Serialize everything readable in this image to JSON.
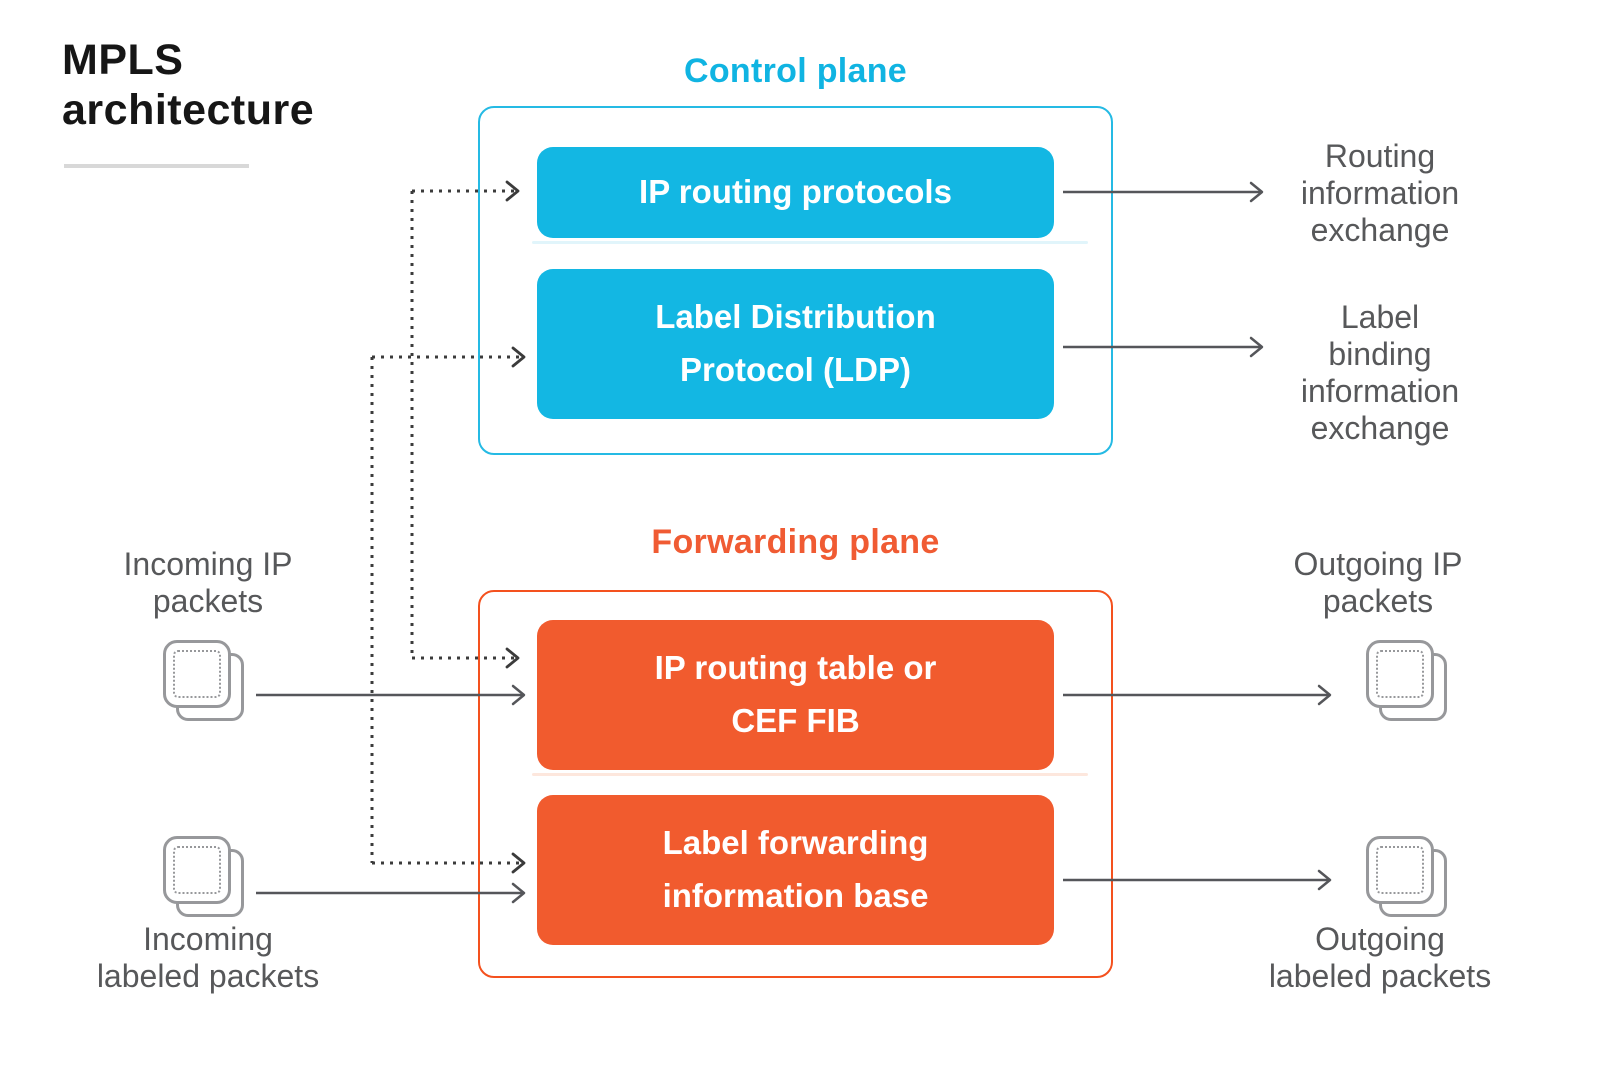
{
  "title": [
    "MPLS",
    "architecture"
  ],
  "colors": {
    "title_black": "#161616",
    "underline_gray": "#d8d8d8",
    "cyan": "#13b7e3",
    "cyan_border": "#25bae4",
    "cyan_heading": "#10b4e2",
    "orange": "#f15b2e",
    "orange_border": "#f4511e",
    "orange_heading": "#f05b33",
    "label_gray": "#57585a",
    "arrow_gray": "#55565a",
    "dotted_dark": "#3b3b3b",
    "icon_gray": "#97989b"
  },
  "control_plane": {
    "heading": "Control plane",
    "box_ip_routing": [
      "IP routing protocols"
    ],
    "box_ldp": [
      "Label Distribution",
      "Protocol (LDP)"
    ]
  },
  "forwarding_plane": {
    "heading": "Forwarding plane",
    "box_fib": [
      "IP routing table or",
      "CEF FIB"
    ],
    "box_lfib": [
      "Label forwarding",
      "information base"
    ]
  },
  "side_labels": {
    "routing_exchange": [
      "Routing",
      "information",
      "exchange"
    ],
    "label_binding_exchange": [
      "Label",
      "binding",
      "information",
      "exchange"
    ],
    "incoming_ip": [
      "Incoming IP",
      "packets"
    ],
    "incoming_labeled": [
      "Incoming",
      "labeled packets"
    ],
    "outgoing_ip": [
      "Outgoing IP",
      "packets"
    ],
    "outgoing_labeled": [
      "Outgoing",
      "labeled packets"
    ]
  },
  "icons": {
    "packet_icon": "layered rounded squares with dotted inner outline"
  }
}
